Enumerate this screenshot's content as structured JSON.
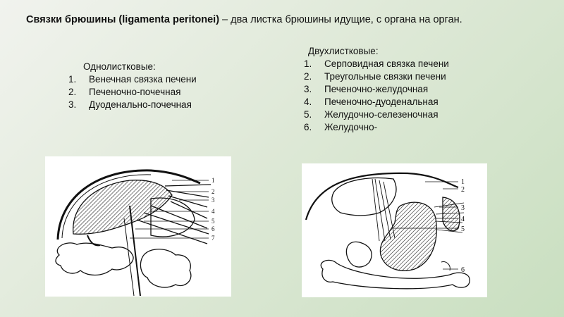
{
  "title": {
    "bold": "Связки брюшины (ligamenta peritonei)",
    "rest": " – два листка брюшины идущие, с органа на орган."
  },
  "left_list": {
    "heading": "Однолистковые:",
    "items": [
      {
        "num": "1.",
        "text": "Венечная связка печени"
      },
      {
        "num": "2.",
        "text": "Печеночно-почечная"
      },
      {
        "num": "3.",
        "text": "Дуоденально-почечная"
      }
    ]
  },
  "right_list": {
    "heading": "Двухлистковые:",
    "items": [
      {
        "num": "1.",
        "text": "Серповидная связка печени"
      },
      {
        "num": "2.",
        "text": "Треугольные связки печени"
      },
      {
        "num": "3.",
        "text": "Печеночно-желудочная"
      },
      {
        "num": "4.",
        "text": "Печеночно-дуоденальная"
      },
      {
        "num": "5.",
        "text": "Желудочно-селезеночная"
      },
      {
        "num": "6.",
        "text": "Желудочно-"
      }
    ]
  },
  "fig_left_labels": [
    "1",
    "2",
    "3",
    "4",
    "5",
    "6",
    "7"
  ],
  "fig_right_labels": [
    "1",
    "2",
    "3",
    "4",
    "5",
    "6"
  ],
  "colors": {
    "background": "#dfe9d8",
    "text": "#111111",
    "figure_bg": "#ffffff"
  }
}
